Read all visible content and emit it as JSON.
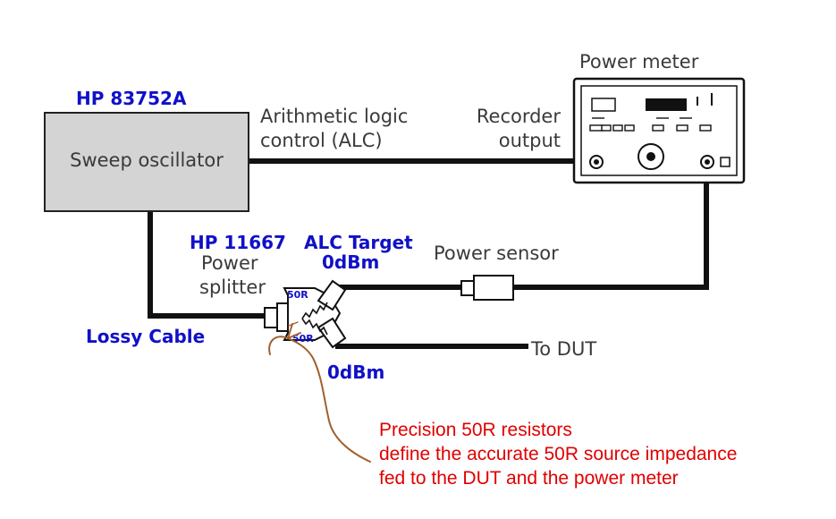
{
  "oscillator": {
    "model": "HP 83752A",
    "label": "Sweep oscillator"
  },
  "alc": {
    "line1": "Arithmetic logic",
    "line2": "control (ALC)"
  },
  "meter": {
    "title": "Power meter",
    "recorder_line1": "Recorder",
    "recorder_line2": "output"
  },
  "splitter": {
    "model": "HP 11667",
    "line1": "Power",
    "line2": "splitter",
    "resistor_top": "50R",
    "resistor_bottom": "50R"
  },
  "alc_target": {
    "line1": "ALC Target",
    "line2": "0dBm"
  },
  "sensor": {
    "label": "Power sensor"
  },
  "dut": {
    "label": "To DUT",
    "level": "0dBm"
  },
  "cable": {
    "label": "Lossy Cable"
  },
  "note": {
    "line1": "Precision 50R resistors",
    "line2": "define the accurate 50R source impedance",
    "line3": "fed to the DUT and the power meter"
  },
  "colors": {
    "box_fill": "#d4d4d4",
    "line": "#111111",
    "label_blue": "#1010c8",
    "note_red": "#e00000",
    "arrow_brown": "#a0602e"
  }
}
